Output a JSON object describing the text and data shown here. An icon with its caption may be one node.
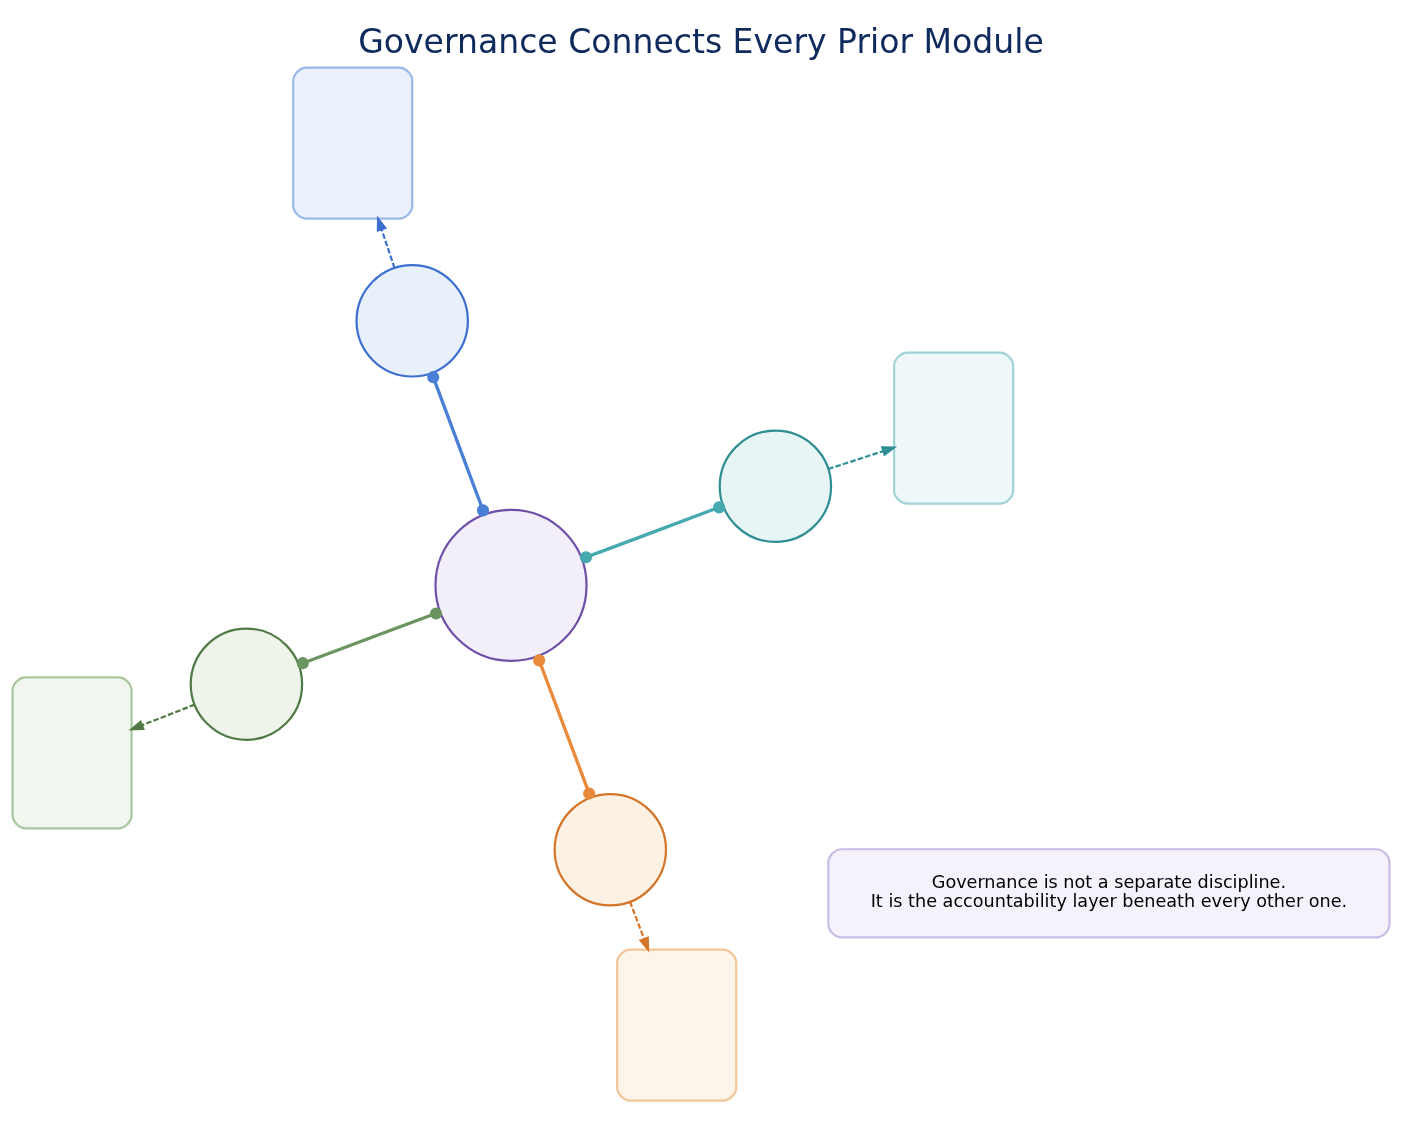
{
  "diagram": {
    "title": "Governance Connects Every Prior Module",
    "nodes": [
      {
        "text": [],
        "shape": "circle"
      },
      {
        "text": [],
        "shape": "circle"
      },
      {
        "text": [],
        "shape": "circle"
      },
      {
        "text": [],
        "shape": "circle"
      },
      {
        "text": [],
        "shape": "circle"
      },
      {
        "text": [],
        "shape": "box"
      },
      {
        "text": [],
        "shape": "box"
      },
      {
        "text": [],
        "shape": "box"
      },
      {
        "text": [],
        "shape": "box"
      },
      {
        "text": [
          "Governance is not a separate discipline.",
          "It is the accountability layer beneath every other one."
        ]
      }
    ],
    "edges": [
      {
        "from": 0,
        "to": 1,
        "arrow": "other",
        "color": "#4a7fd6"
      },
      {
        "from": 0,
        "to": 2,
        "arrow": "other",
        "color": "#6a9460"
      },
      {
        "from": 0,
        "to": 3,
        "arrow": "other",
        "color": "#45aab0"
      },
      {
        "from": 0,
        "to": 4,
        "arrow": "other",
        "color": "#e88a3a"
      },
      {
        "from": 1,
        "to": 5,
        "arrow": "to",
        "style": "dashed",
        "color": "#3d6fd0"
      },
      {
        "from": 2,
        "to": 6,
        "arrow": "to",
        "style": "dashed",
        "color": "#4f7a45"
      },
      {
        "from": 3,
        "to": 7,
        "arrow": "to",
        "style": "dashed",
        "color": "#2f8f95"
      },
      {
        "from": 4,
        "to": 8,
        "arrow": "to",
        "style": "dashed",
        "color": "#d4752a"
      }
    ]
  }
}
